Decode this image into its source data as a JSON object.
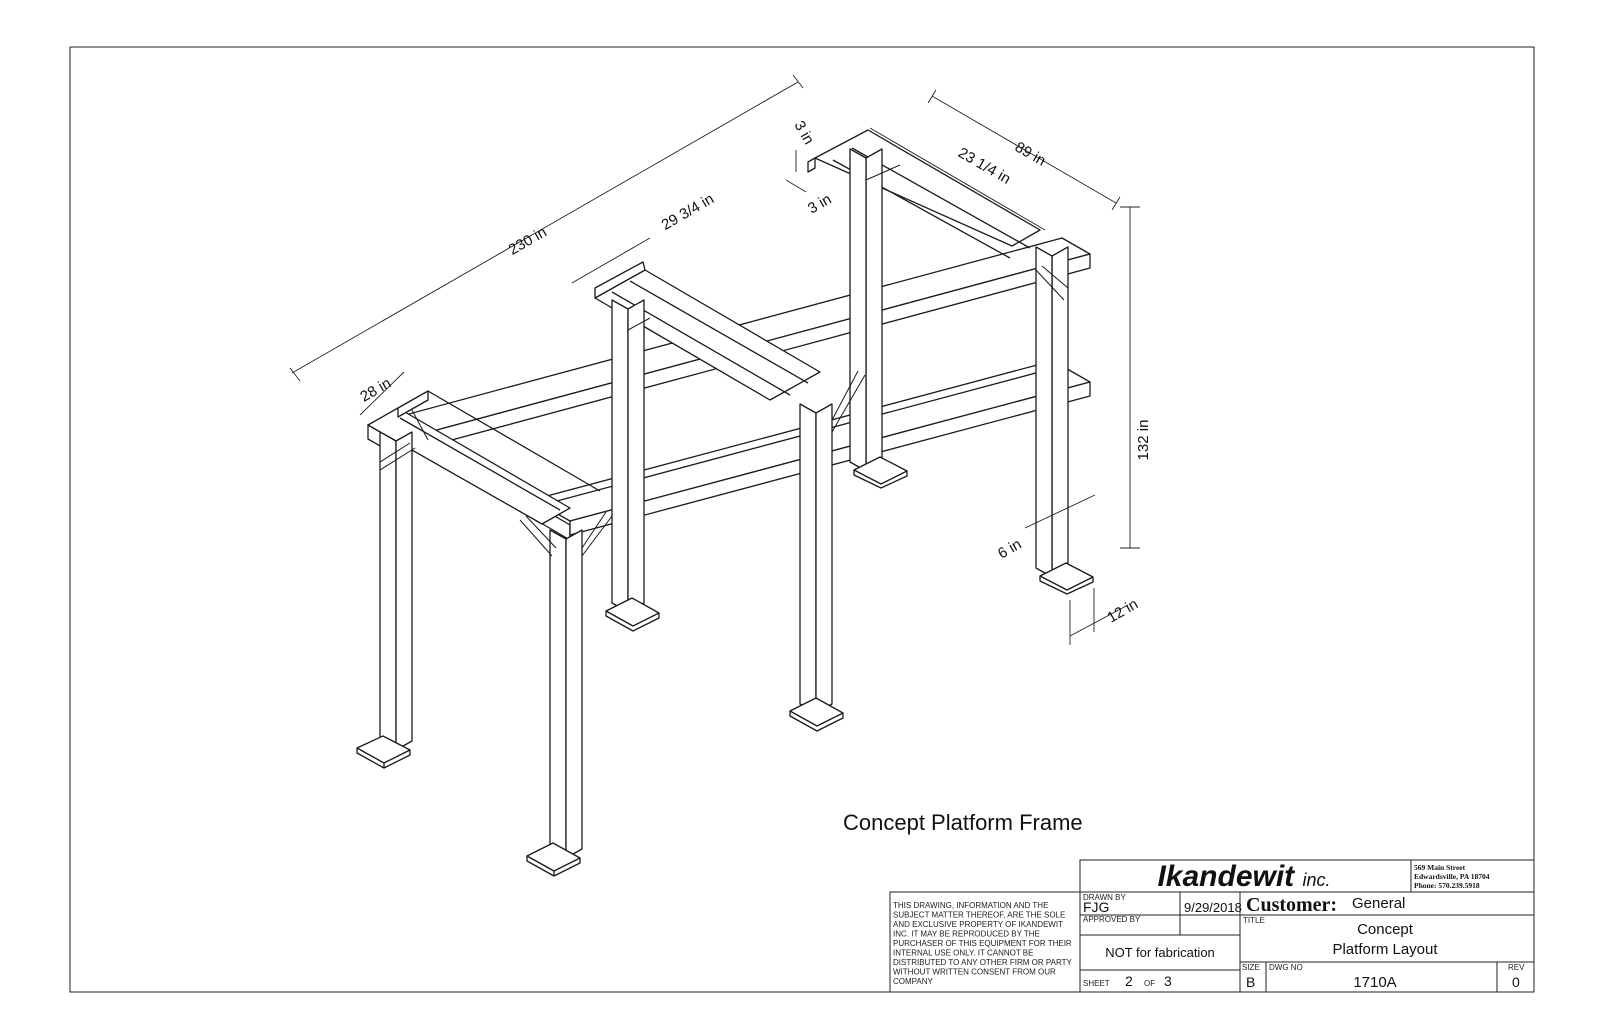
{
  "drawing": {
    "caption": "Concept Platform Frame",
    "dimensions": {
      "overall_length": "230 in",
      "overall_depth": "89 in",
      "end_bay": "28 in",
      "middle_bay": "29 3/4 in",
      "far_bay": "23 1/4 in",
      "stub_height": "3 in",
      "stub_width": "3 in",
      "overall_height": "132 in",
      "post_size": "6 in",
      "base_plate": "12 in"
    }
  },
  "title_block": {
    "company": "Ikandewit",
    "company_suffix": "inc.",
    "address_line1": "569 Main Street",
    "address_line2": "Edwardsville, PA 18704",
    "address_line3": "Phone: 570.239.5918",
    "disclaimer": [
      "THIS DRAWING, INFORMATION AND THE",
      "SUBJECT MATTER THEREOF, ARE THE SOLE",
      "AND EXCLUSIVE PROPERTY OF IKANDEWIT",
      "INC. IT MAY BE REPRODUCED BY THE",
      "PURCHASER OF THIS EQUIPMENT FOR THEIR",
      "INTERNAL USE ONLY. IT CANNOT BE",
      "DISTRIBUTED TO ANY OTHER FIRM OR PARTY",
      "WITHOUT WRITTEN CONSENT FROM OUR",
      "COMPANY"
    ],
    "drawn_by_label": "DRAWN BY",
    "drawn_by": "FJG",
    "date": "9/29/2018",
    "approved_by_label": "APPROVED BY",
    "note": "NOT for fabrication",
    "sheet_label": "SHEET",
    "sheet_number": "2",
    "of_label": "OF",
    "sheet_total": "3",
    "customer_label": "Customer:",
    "customer": "General",
    "title_label": "TITLE",
    "title_line1": "Concept",
    "title_line2": "Platform Layout",
    "size_label": "SIZE",
    "size": "B",
    "dwg_no_label": "DWG NO",
    "dwg_no": "1710A",
    "rev_label": "REV",
    "rev": "0"
  }
}
